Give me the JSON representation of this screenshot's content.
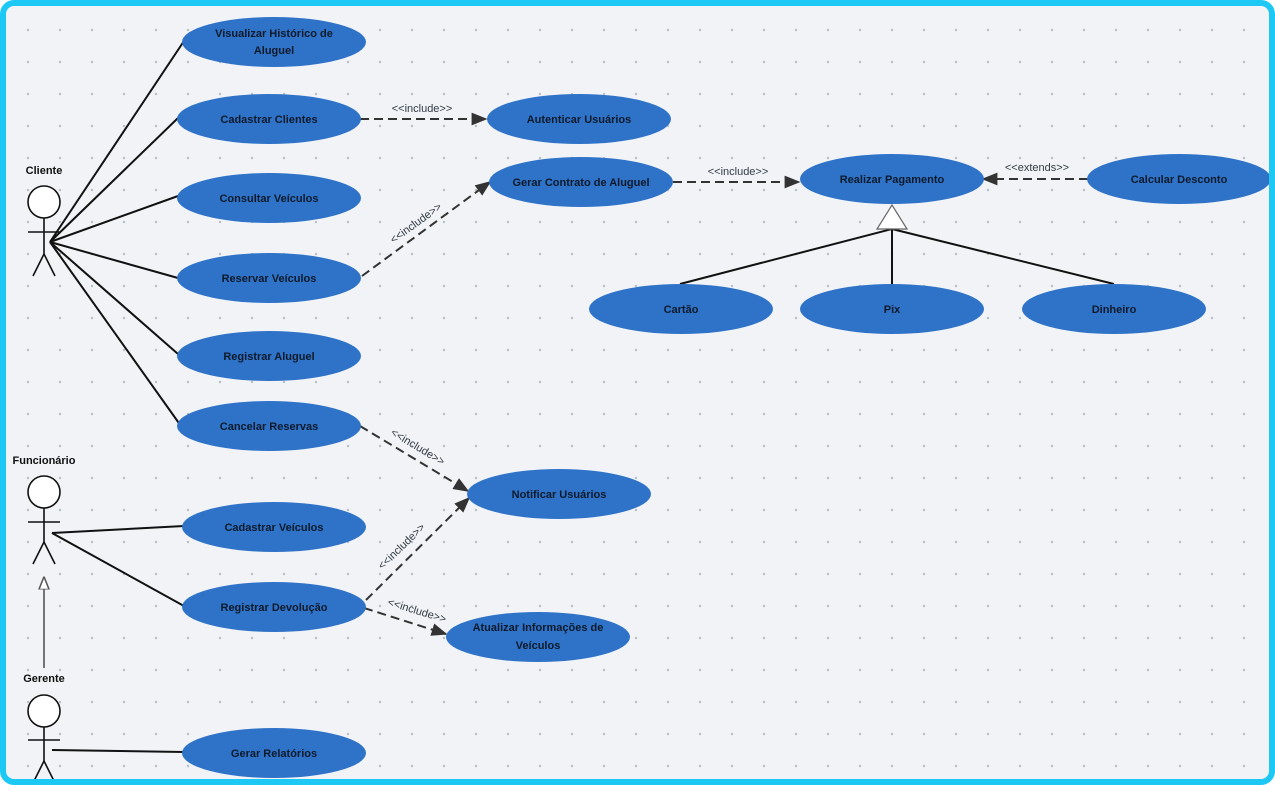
{
  "colors": {
    "border": "#1ec8f5",
    "canvas": "#f1f3f6",
    "use_case_fill": "#2f73c9",
    "line": "#111111",
    "dashed": "#333333"
  },
  "actors": {
    "cliente": "Cliente",
    "funcionario": "Funcionário",
    "gerente": "Gerente"
  },
  "use_cases": {
    "visualizar_historico": [
      "Visualizar Histórico de",
      "Aluguel"
    ],
    "cadastrar_clientes": [
      "Cadastrar Clientes"
    ],
    "consultar_veiculos": [
      "Consultar Veículos"
    ],
    "reservar_veiculos": [
      "Reservar Veículos"
    ],
    "registrar_aluguel": [
      "Registrar Aluguel"
    ],
    "cancelar_reservas": [
      "Cancelar Reservas"
    ],
    "autenticar_usuarios": [
      "Autenticar Usuários"
    ],
    "gerar_contrato": [
      "Gerar Contrato de Aluguel"
    ],
    "realizar_pagamento": [
      "Realizar Pagamento"
    ],
    "calcular_desconto": [
      "Calcular Desconto"
    ],
    "cartao": [
      "Cartão"
    ],
    "pix": [
      "Pix"
    ],
    "dinheiro": [
      "Dinheiro"
    ],
    "notificar_usuarios": [
      "Notificar Usuários"
    ],
    "cadastrar_veiculos": [
      "Cadastrar Veículos"
    ],
    "registrar_devolucao": [
      "Registrar Devolução"
    ],
    "atualizar_informacoes": [
      "Atualizar Informações de",
      "Veículos"
    ],
    "gerar_relatorios": [
      "Gerar Relatórios"
    ]
  },
  "relationships": {
    "include_label": "<<include>>",
    "extends_label": "<<extends>>"
  }
}
